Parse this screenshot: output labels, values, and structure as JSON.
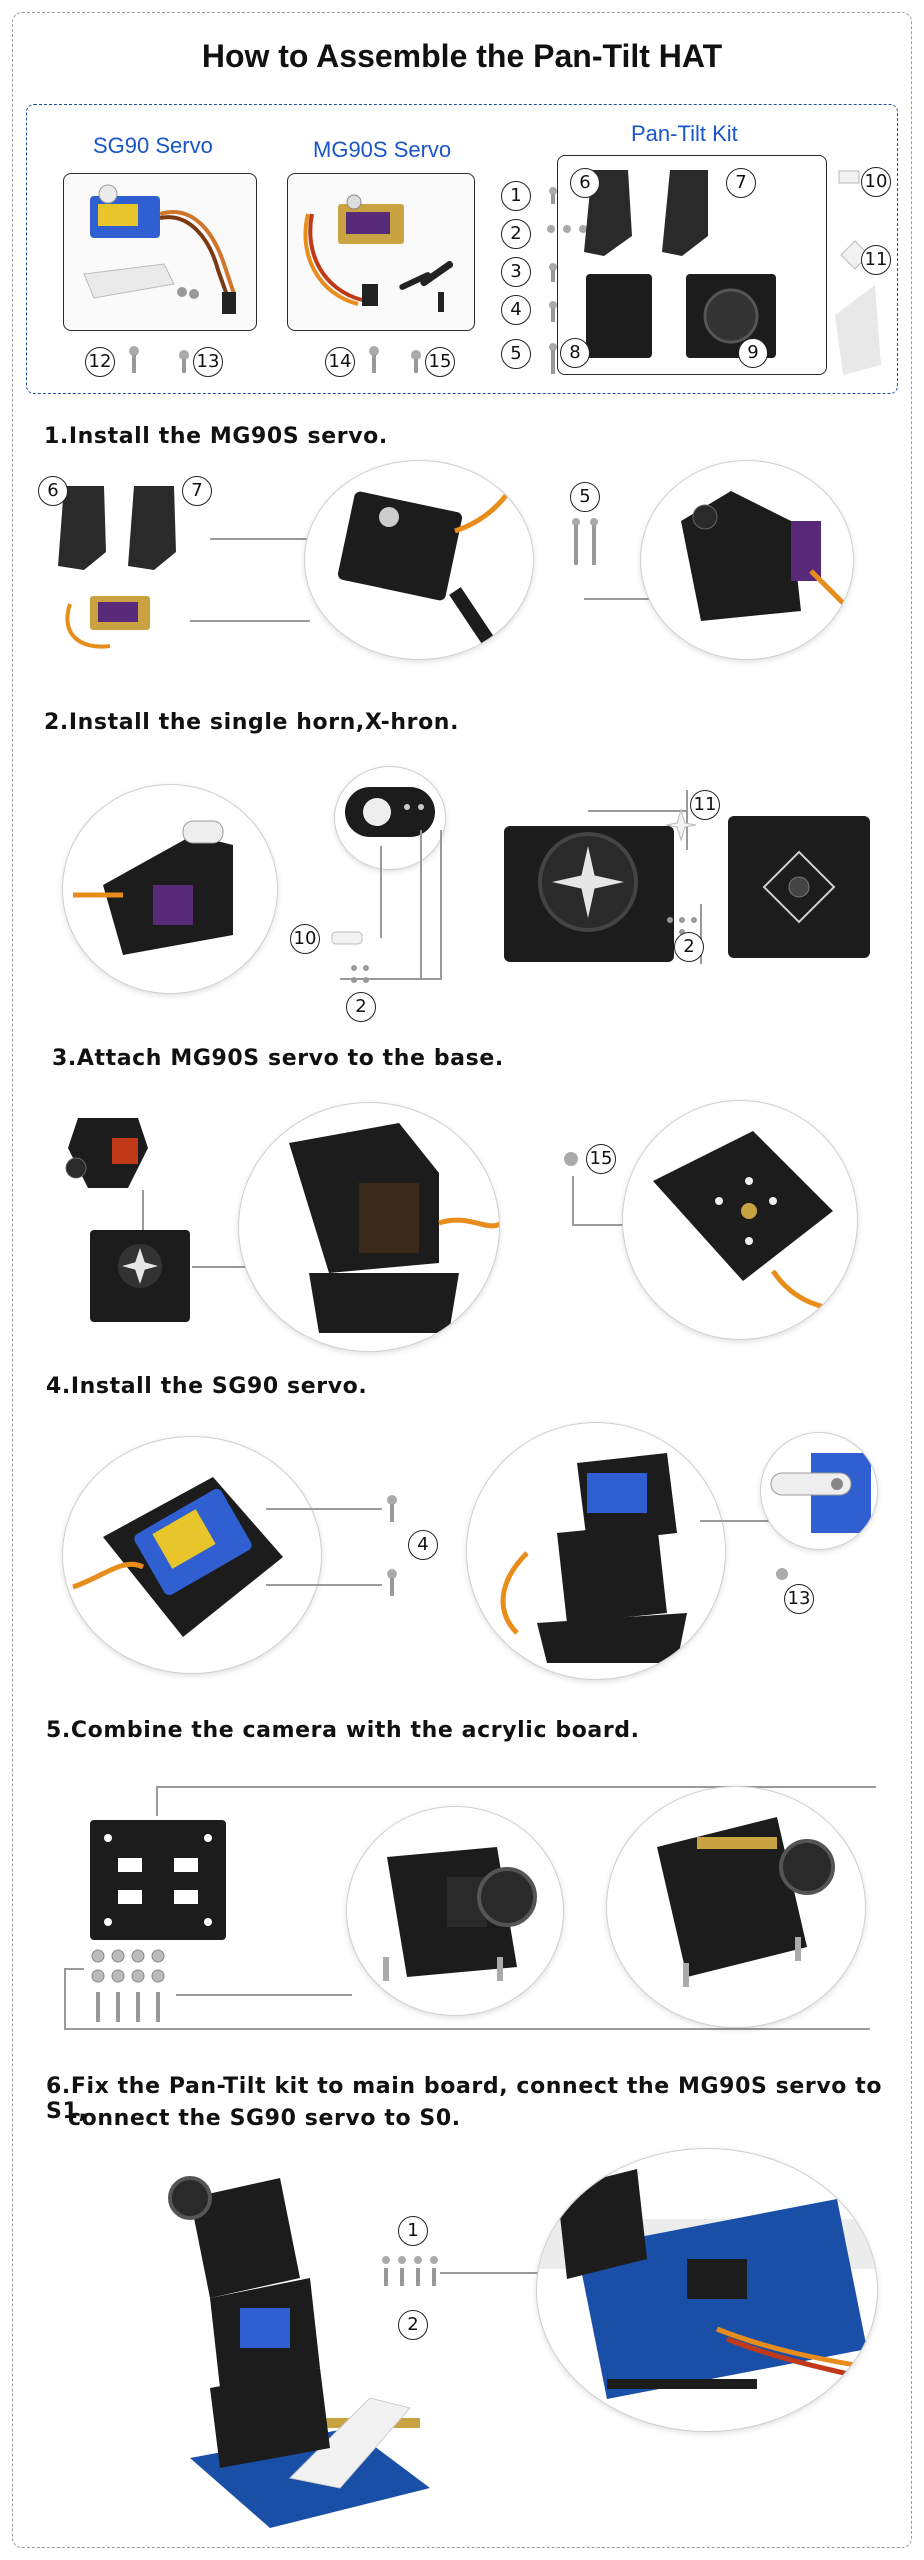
{
  "title": "How to Assemble the Pan-Tilt HAT",
  "parts": {
    "sg90_label": "SG90 Servo",
    "mg90s_label": "MG90S Servo",
    "kit_label": "Pan-Tilt Kit",
    "sg90_numbers": [
      "12",
      "13"
    ],
    "mg90s_numbers": [
      "14",
      "15"
    ],
    "screw_numbers": [
      "1",
      "2",
      "3",
      "4",
      "5"
    ],
    "kit_numbers": [
      "6",
      "7",
      "8",
      "9",
      "10",
      "11"
    ]
  },
  "steps": [
    {
      "title": "1.Install the MG90S servo.",
      "callouts": [
        "6",
        "7",
        "5"
      ]
    },
    {
      "title": "2.Install the single horn,X-hron.",
      "callouts": [
        "11",
        "10",
        "2",
        "2"
      ]
    },
    {
      "title": "3.Attach MG90S servo to the base.",
      "callouts": [
        "15"
      ]
    },
    {
      "title": "4.Install the SG90 servo.",
      "callouts": [
        "4",
        "13"
      ]
    },
    {
      "title": "5.Combine the camera with the acrylic board.",
      "callouts": []
    },
    {
      "title_line1": "6.Fix the Pan-Tilt kit to main board, connect the MG90S servo to S1,",
      "title_line2": "connect the SG90 servo to S0.",
      "callouts": [
        "1",
        "2"
      ]
    }
  ],
  "colors": {
    "accent_blue": "#1a56c9",
    "dashed_blue": "#1b4f9c",
    "servo_blue": "#2f5fd0",
    "acrylic_black": "#1c1c1c"
  }
}
